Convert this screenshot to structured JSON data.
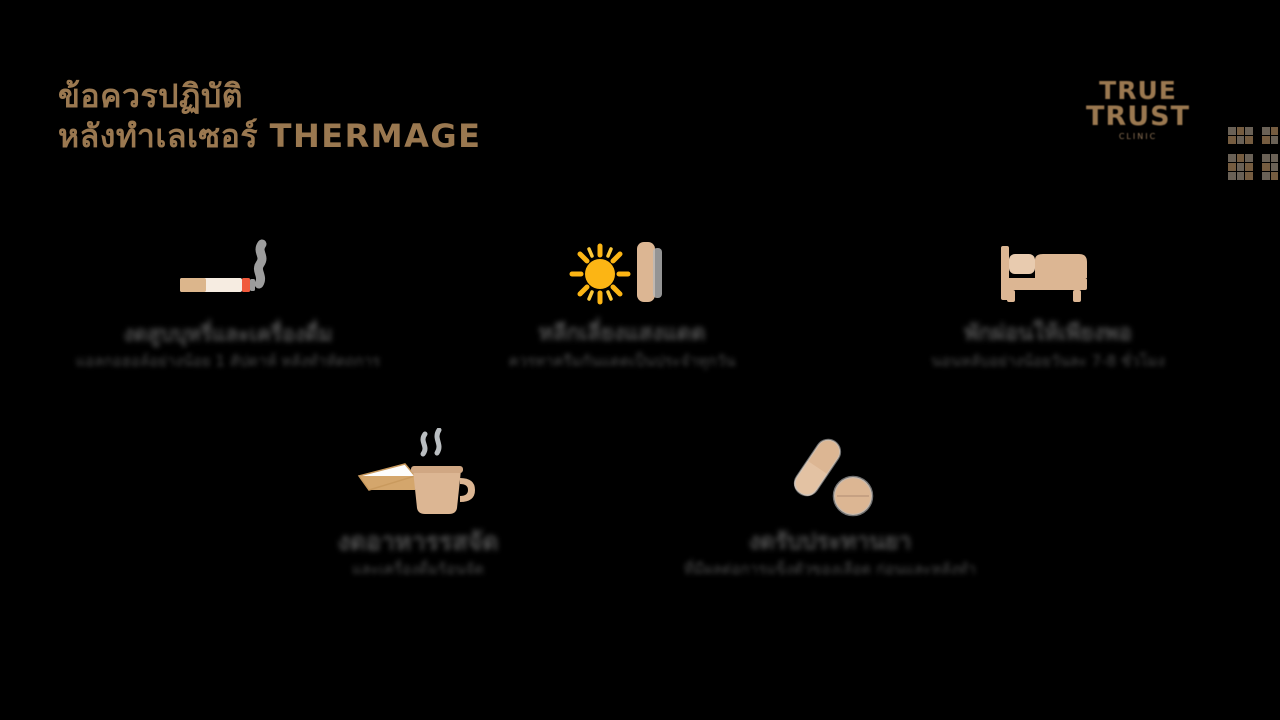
{
  "background_color": "#000000",
  "accent_color": "#9a7850",
  "body_text_color": "#4f4f4f",
  "header": {
    "title_line_1": "ข้อควรปฏิบัติ",
    "title_line_2_thai": "หลังทำเลเซอร์ ",
    "title_line_2_latin": "THERMAGE"
  },
  "logo": {
    "word_1": "TRUE",
    "word_2": "TRUST",
    "subtitle": "CLINIC",
    "qr_name": "qr-code"
  },
  "items": [
    {
      "id": "smoking",
      "icon": "cigarette-icon",
      "title": "งดสูบบุหรี่และเครื่องดื่ม",
      "desc": "แอลกอฮอล์อย่างน้อย 1 สัปดาห์\nหลังทำหัตถการ"
    },
    {
      "id": "sun-exposure",
      "icon": "sun-exposure-icon",
      "title": "หลีกเลี่ยงแสงแดด",
      "desc": "ควรทาครีมกันแดดเป็นประจำทุกวัน"
    },
    {
      "id": "sleep",
      "icon": "bed-icon",
      "title": "พักผ่อนให้เพียงพอ",
      "desc": "นอนหลับอย่างน้อยวันละ 7-8 ชั่วโมง"
    },
    {
      "id": "hot-drinks",
      "icon": "hot-drink-icon",
      "title": "งดอาหารรสจัด",
      "desc": "และเครื่องดื่มร้อนจัด"
    },
    {
      "id": "medication",
      "icon": "pills-icon",
      "title": "งดรับประทานยา",
      "desc": "ที่มีผลต่อการแข็งตัวของเลือด\nก่อนและหลังทำ"
    }
  ]
}
